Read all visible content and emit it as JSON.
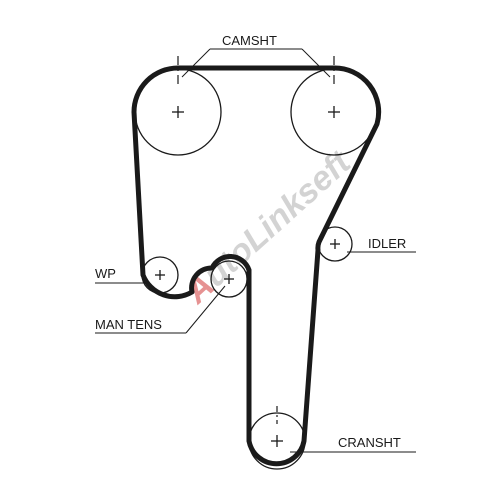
{
  "labels": {
    "camshaft": "CAMSHT",
    "idler": "IDLER",
    "water_pump": "WP",
    "tensioner": "MAN TENS",
    "crankshaft": "CRANSHT"
  },
  "watermark": {
    "first_letter": "A",
    "rest": "utoLinkseft"
  },
  "colors": {
    "belt": "#1a1a1a",
    "pulley": "#1a1a1a",
    "background": "#ffffff",
    "watermark_accent": "#d23a3a",
    "watermark": "#b0b0b0"
  }
}
